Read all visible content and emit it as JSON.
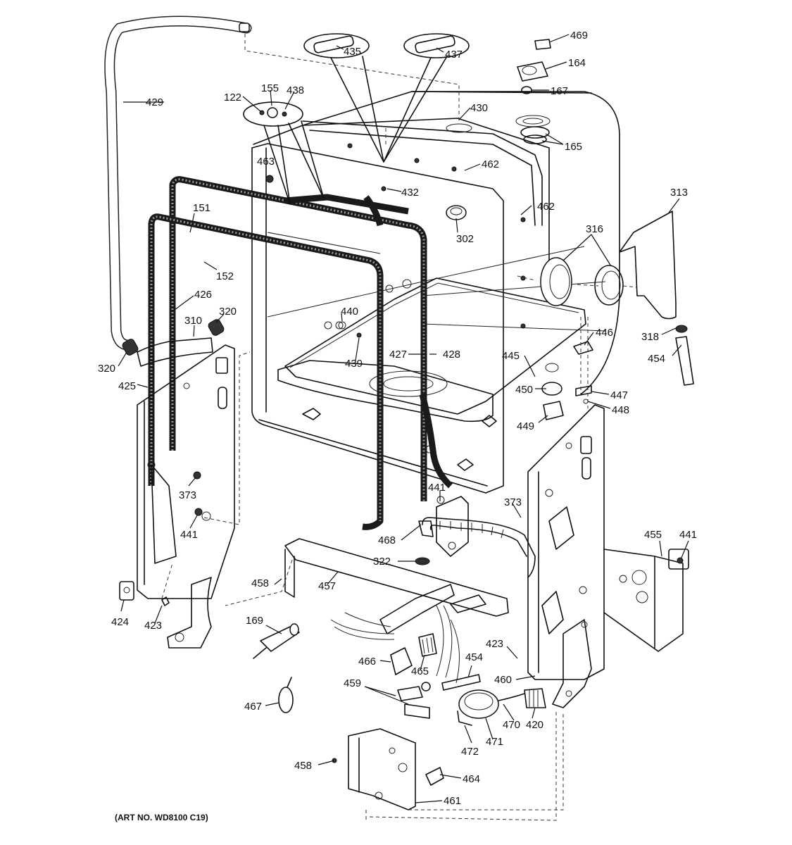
{
  "art_number": "(ART NO. WD8100 C19)",
  "callouts": [
    {
      "id": "c469",
      "text": "469"
    },
    {
      "id": "c164",
      "text": "164"
    },
    {
      "id": "c167",
      "text": "167"
    },
    {
      "id": "c435",
      "text": "435"
    },
    {
      "id": "c437",
      "text": "437"
    },
    {
      "id": "c430",
      "text": "430"
    },
    {
      "id": "c165",
      "text": "165"
    },
    {
      "id": "c429",
      "text": "429"
    },
    {
      "id": "c122",
      "text": "122"
    },
    {
      "id": "c155",
      "text": "155"
    },
    {
      "id": "c438",
      "text": "438"
    },
    {
      "id": "c463",
      "text": "463"
    },
    {
      "id": "c462a",
      "text": "462"
    },
    {
      "id": "c462b",
      "text": "462"
    },
    {
      "id": "c432",
      "text": "432"
    },
    {
      "id": "c313",
      "text": "313"
    },
    {
      "id": "c151",
      "text": "151"
    },
    {
      "id": "c302",
      "text": "302"
    },
    {
      "id": "c316",
      "text": "316"
    },
    {
      "id": "c152",
      "text": "152"
    },
    {
      "id": "c426",
      "text": "426"
    },
    {
      "id": "c440",
      "text": "440"
    },
    {
      "id": "c310",
      "text": "310"
    },
    {
      "id": "c320a",
      "text": "320"
    },
    {
      "id": "c446",
      "text": "446"
    },
    {
      "id": "c318",
      "text": "318"
    },
    {
      "id": "c427",
      "text": "427"
    },
    {
      "id": "c428",
      "text": "428"
    },
    {
      "id": "c445",
      "text": "445"
    },
    {
      "id": "c439",
      "text": "439"
    },
    {
      "id": "c454a",
      "text": "454"
    },
    {
      "id": "c320b",
      "text": "320"
    },
    {
      "id": "c425",
      "text": "425"
    },
    {
      "id": "c450",
      "text": "450"
    },
    {
      "id": "c447",
      "text": "447"
    },
    {
      "id": "c448",
      "text": "448"
    },
    {
      "id": "c449",
      "text": "449"
    },
    {
      "id": "c373a",
      "text": "373"
    },
    {
      "id": "c441a",
      "text": "441"
    },
    {
      "id": "c373b",
      "text": "373"
    },
    {
      "id": "c441b",
      "text": "441"
    },
    {
      "id": "c468",
      "text": "468"
    },
    {
      "id": "c455",
      "text": "455"
    },
    {
      "id": "c441c",
      "text": "441"
    },
    {
      "id": "c322",
      "text": "322"
    },
    {
      "id": "c458a",
      "text": "458"
    },
    {
      "id": "c457",
      "text": "457"
    },
    {
      "id": "c424",
      "text": "424"
    },
    {
      "id": "c423a",
      "text": "423"
    },
    {
      "id": "c169",
      "text": "169"
    },
    {
      "id": "c423b",
      "text": "423"
    },
    {
      "id": "c454b",
      "text": "454"
    },
    {
      "id": "c466",
      "text": "466"
    },
    {
      "id": "c465",
      "text": "465"
    },
    {
      "id": "c460",
      "text": "460"
    },
    {
      "id": "c459",
      "text": "459"
    },
    {
      "id": "c467",
      "text": "467"
    },
    {
      "id": "c470",
      "text": "470"
    },
    {
      "id": "c420",
      "text": "420"
    },
    {
      "id": "c471",
      "text": "471"
    },
    {
      "id": "c472",
      "text": "472"
    },
    {
      "id": "c458b",
      "text": "458"
    },
    {
      "id": "c464",
      "text": "464"
    },
    {
      "id": "c461",
      "text": "461"
    }
  ]
}
